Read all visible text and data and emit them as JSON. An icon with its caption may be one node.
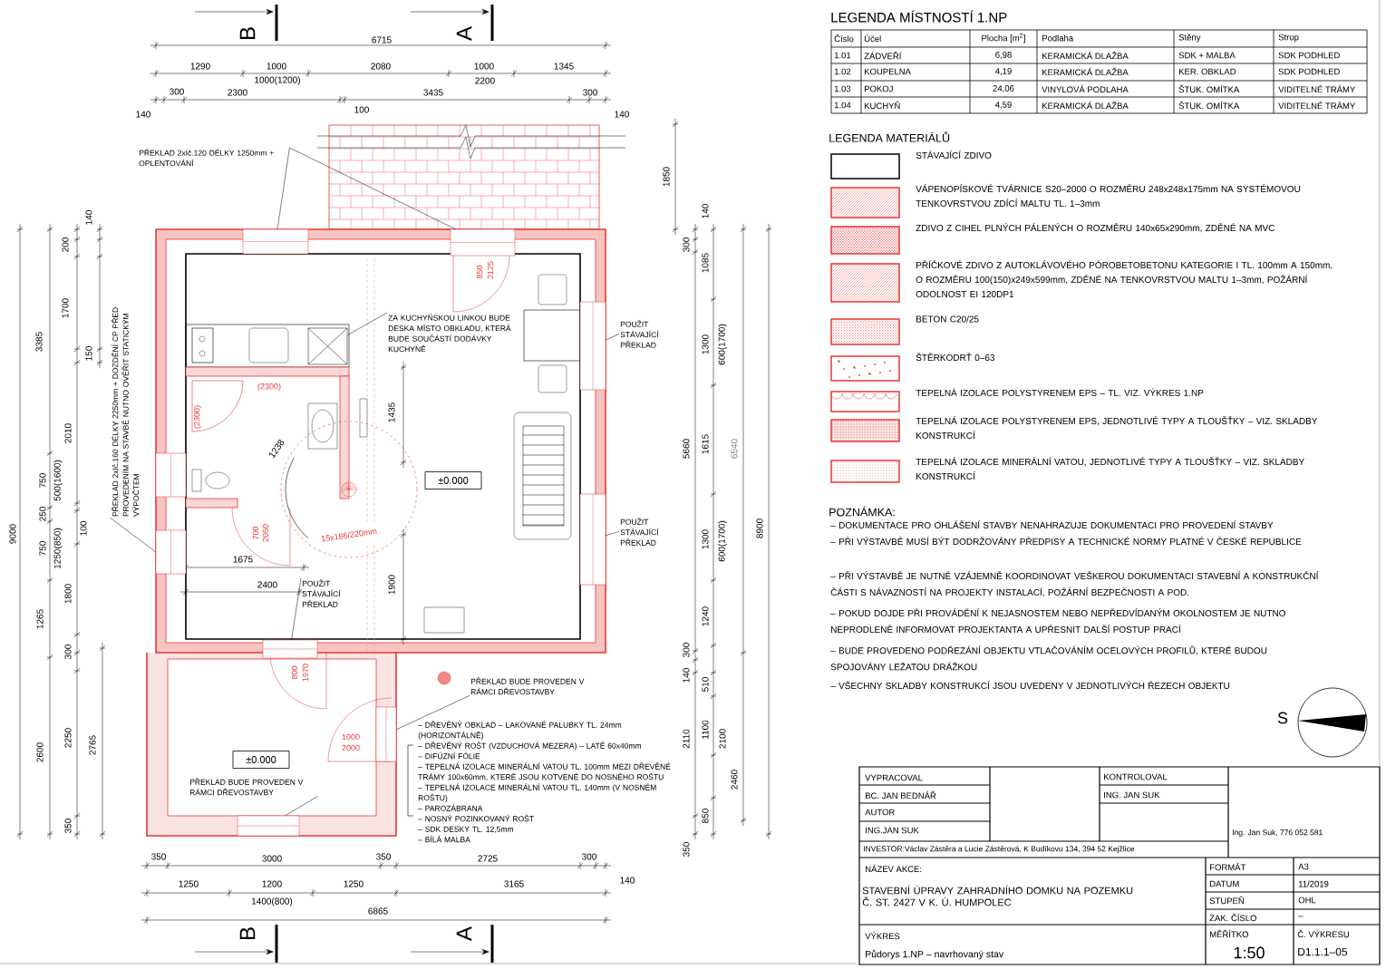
{
  "diagram": {
    "nodes": [
      {
        "text": [
          "PŘEKLAD 2xIč.120 DÉLKY 1250mm + OPLENTOVÁNÍ"
        ]
      },
      {
        "text": [
          "PŘEKLAD 2xIč.160 DÉLKY 2250mm + DOZDĚNÍ CP PŘED PROVEDENÍM NA STAVBĚ NUTNO OVĚŘIT STATICKÝM VÝPOČTEM"
        ]
      },
      {
        "text": [
          "ZA KUCHYŇSKOU LINKOU BUDE DESKA MÍSTO OBKLADU, KTERÁ BUDE SOUČÁSTÍ DODÁVKY KUCHYNĚ"
        ]
      },
      {
        "text": [
          "POUŽIT STÁVAJÍCÍ PŘEKLAD"
        ]
      },
      {
        "text": [
          "POUŽIT STÁVAJÍCÍ PŘEKLAD"
        ]
      },
      {
        "text": [
          "POUŽIT STÁVAJÍCÍ PŘEKLAD"
        ]
      },
      {
        "text": [
          "PŘEKLAD BUDE PROVEDEN V RÁMCI DŘEVOSTAVBY"
        ]
      },
      {
        "text": [
          "PŘEKLAD BUDE PROVEDEN V RÁMCI DŘEVOSTAVBY"
        ]
      },
      {
        "text": [
          "– DŘEVĚNÝ OBKLAD – LAKOVANÉ PALUBKY TL. 24mm (HORIZONTÁLNĚ)",
          "– DŘEVĚNÝ ROŠT (VZDUCHOVÁ MEZERA) – LATĚ 60x40mm",
          "– DIFÚZNÍ FÓLIE",
          "– TEPELNÁ IZOLACE MINERÁLNÍ VATOU TL. 100mm MEZI DŘEVĚNÉ TRÁMY 100x60mm, KTERÉ JSOU KOTVENÉ DO NOSNÉHO ROŠTU",
          "– TEPELNÁ IZOLACE MINERÁLNÍ VATOU TL. 140mm (V NOSNÉM ROŠTU)",
          "– PAROZÁBRANA",
          "– NOSNÝ POZINKOVANÝ ROŠT",
          "– SDK DESKY TL. 12,5mm",
          "– BÍLÁ MALBA"
        ]
      },
      {
        "text": [
          "±0.000"
        ]
      },
      {
        "text": [
          "±0.000"
        ]
      },
      {
        "text": [],
        "shape": "box"
      },
      {
        "text": [],
        "shape": "box"
      },
      {
        "text": [],
        "shape": "box"
      },
      {
        "text": [],
        "shape": "box"
      },
      {
        "text": [],
        "shape": "box"
      },
      {
        "text": [],
        "shape": "box"
      },
      {
        "text": [],
        "shape": "box"
      },
      {
        "text": [],
        "shape": "box"
      },
      {
        "text": [],
        "shape": "box"
      },
      {
        "text": [],
        "shape": "box"
      }
    ],
    "edges": [
      {
        "from": 0,
        "to": 11,
        "arrow": "none"
      },
      {
        "from": 0,
        "to": 12,
        "arrow": "none"
      },
      {
        "from": 1,
        "to": 16,
        "arrow": "none"
      },
      {
        "from": 2,
        "to": 20,
        "arrow": "none"
      },
      {
        "from": 3,
        "to": 13,
        "arrow": "none"
      },
      {
        "from": 4,
        "to": 14,
        "arrow": "none"
      },
      {
        "from": 5,
        "to": 17,
        "arrow": "none"
      },
      {
        "from": 6,
        "to": 18,
        "arrow": "none"
      },
      {
        "from": 7,
        "to": 19,
        "arrow": "none"
      }
    ],
    "labels": [
      "B",
      "A",
      "6715",
      "1290",
      "1000",
      "1000(1200)",
      "2080",
      "1000",
      "2200",
      "1345",
      "300",
      "2300",
      "3435",
      "300",
      "140",
      "100",
      "140",
      "3385",
      "140",
      "200",
      "1700",
      "150",
      "2010",
      "750",
      "500(1600)",
      "250",
      "100",
      "750",
      "1250(850)",
      "9000",
      "1800",
      "1265",
      "300",
      "2600",
      "2250",
      "2765",
      "350",
      "1850",
      "140",
      "300",
      "1085",
      "1300",
      "600(1700)",
      "5660",
      "1615",
      "6540",
      "8900",
      "1300",
      "600(1700)",
      "1240",
      "300",
      "140",
      "510",
      "2110",
      "1100",
      "2100",
      "2460",
      "850",
      "350",
      "(2300)",
      "(2300)",
      "850",
      "2125",
      "1435",
      "1238",
      "700",
      "2050",
      "15x186/220mm",
      "1675",
      "2400",
      "1900",
      "800",
      "1970",
      "1000",
      "2000",
      "350",
      "3000",
      "350",
      "2725",
      "300",
      "1250",
      "1200",
      "1250",
      "3165",
      "140",
      "1400(800)",
      "6865",
      "B",
      "A",
      "LEGENDA MÍSTNOSTÍ 1.NP",
      "Číslo",
      "Účel",
      "Plocha [m$^{2}$]",
      "Podlaha",
      "Stěny",
      "Strop",
      "1.01",
      "ZÁDVEŘÍ",
      "6,98",
      "KERAMICKÁ DLAŽBA",
      "SDK + MALBA",
      "SDK PODHLED",
      "1.02",
      "KOUPELNA",
      "4,19",
      "KERAMICKÁ DLAŽBA",
      "KER. OBKLAD",
      "SDK PODHLED",
      "1.03",
      "POKOJ",
      "24,06",
      "VINYLOVÁ PODLAHA",
      "ŠTUK. OMÍTKA",
      "VIDITELNÉ TRÁMY",
      "1.04",
      "KUCHYŇ",
      "4,59",
      "KERAMICKÁ DLAŽBA",
      "ŠTUK. OMÍTKA",
      "VIDITELNÉ TRÁMY",
      "LEGENDA MATERIÁLŮ",
      "POZNÁMKA:",
      "– DOKUMENTACE PRO OHLÁŠENÍ STAVBY NENAHRAZUJE DOKUMENTACI PRO PROVEDENÍ STAVBY",
      "– PŘI VÝSTAVBĚ MUSÍ BÝT DODRŽOVÁNY PŘEDPISY A TECHNICKÉ NORMY PLATNÉ V ČESKÉ REPUBLICE",
      "– PŘI VÝSTAVBĚ JE NUTNÉ VZÁJEMNĚ KOORDINOVAT VEŠKEROU DOKUMENTACI STAVEBNÍ A KONSTRUKČNÍ ČÁSTI S NÁVAZNOSTÍ NA PROJEKTY INSTALACÍ, POŽÁRNÍ BEZPEČNOSTI A POD.",
      "– POKUD DOJDE PŘI PROVÁDĚNÍ K NEJASNOSTEM NEBO NEPŘEDVÍDANÝM OKOLNOSTEM JE NUTNO NEPRODLENĚ INFORMOVAT PROJEKTANTA A UPŘESNIT DALŠÍ POSTUP PRACÍ",
      "– BUDE PROVEDENO PODŘEZÁNÍ OBJEKTU VTLAČOVÁNÍM OCELOVÝCH PROFILŮ, KTERÉ BUDOU SPOJOVÁNY LEŽATOU DRÁŽKOU",
      "– VŠECHNY SKLADBY KONSTRUKCÍ JSOU UVEDENY V JEDNOTLIVÝCH ŘEZECH OBJEKTU",
      "S",
      "VYPRACOVAL",
      "BC. JAN BEDNÁŘ",
      "AUTOR",
      "ING.JAN SUK",
      "KONTROLOVAL",
      "ING. JAN SUK",
      "Ing. Jan Suk, 776 052 581",
      "INVESTOR:Václav Zástěra a Lucie Zástěrová, K Budíkovu 134, 394 52 Kejžlice",
      "NÁZEV AKCE:",
      "STAVEBNÍ ÚPRAVY ZAHRADNÍHO DOMKU NA POZEMKU Č. ST. 2427 V K. Ú. HUMPOLEC",
      "FORMÁT",
      "A3",
      "DATUM",
      "11/2019",
      "STUPEŇ",
      "OHL",
      "ZAK. ČÍSLO",
      "–",
      "VÝKRES",
      "Půdorys 1.NP – navrhovaný stav",
      "MĚŘÍTKO",
      "1:50",
      "Č. VÝKRESU",
      "D1.1.1–05"
    ],
    "legend": [
      {
        "text": "STÁVAJÍCÍ ZDIVO"
      },
      {
        "text": "VÁPENOPÍSKOVÉ TVÁRNICE S20–2000 O ROZMĚRU 248x248x175mm NA SYSTÉMOVOU TENKOVRSTVOU ZDÍCÍ MALTU TL. 1–3mm"
      },
      {
        "text": "ZDIVO Z CIHEL PLNÝCH PÁLENÝCH O ROZMĚRU 140x65x290mm, ZDĚNÉ NA MVC"
      },
      {
        "text": "PŘÍČKOVÉ ZDIVO Z AUTOKLÁVOVÉHO PÓROBETOBETONU KATEGORIE I TL. 100mm A 150mm, O ROZMĚRU 100(150)x249x599mm, ZDĚNÉ NA TENKOVRSTVOU MALTU 1–3mm, POŽÁRNÍ ODOLNOST EI 120DP1"
      },
      {
        "text": "BETON C20/25"
      },
      {
        "text": "ŠTĚRKODRŤ 0–63"
      },
      {
        "text": "TEPELNÁ IZOLACE POLYSTYRENEM EPS – TL. VIZ. VÝKRES 1.NP"
      },
      {
        "text": "TEPELNÁ IZOLACE POLYSTYRENEM EPS, JEDNOTLIVÉ TYPY A TLOUŠŤKY – VIZ. SKLADBY KONSTRUKCÍ"
      },
      {
        "text": "TEPELNÁ IZOLACE MINERÁLNÍ VATOU, JEDNOTLIVÉ TYPY A TLOUŠŤKY – VIZ. SKLADBY KONSTRUKCÍ"
      }
    ]
  }
}
